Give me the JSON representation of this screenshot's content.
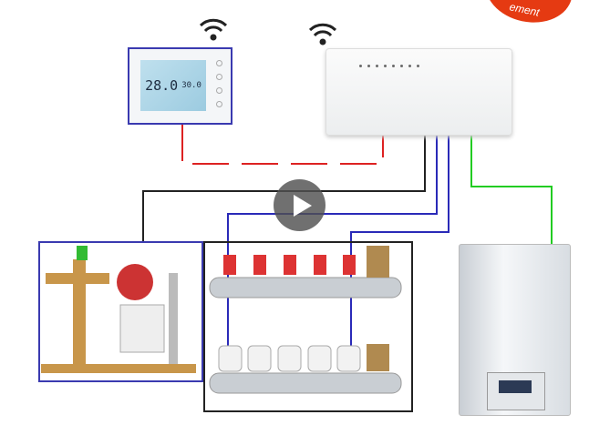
{
  "badge": {
    "text": "ement"
  },
  "thermostat": {
    "temp": "28.0",
    "set_temp": "30.0"
  },
  "colors": {
    "accent_red": "#e53a12",
    "wire_red": "#d22",
    "wire_blue": "#2a2ab8",
    "wire_green": "#2c2",
    "wire_black": "#222"
  },
  "video": {
    "play_icon": "play-icon"
  }
}
